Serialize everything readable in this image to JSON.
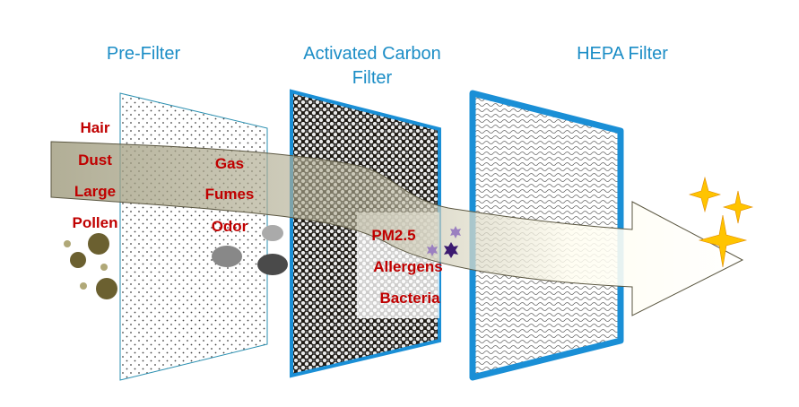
{
  "titles": {
    "prefilter": "Pre-Filter",
    "carbon_line1": "Activated Carbon",
    "carbon_line2": "Filter",
    "hepa": "HEPA Filter"
  },
  "prefilter_labels": [
    "Hair",
    "Dust",
    "Large",
    "Pollen"
  ],
  "carbon_labels": [
    "Gas",
    "Fumes",
    "Odor"
  ],
  "hepa_labels": [
    "PM2.5",
    "Allergens",
    "Bacteria"
  ],
  "colors": {
    "title": "#1b8dc6",
    "label": "#c00000",
    "frame": "#1a8fd6",
    "pollen": "#6b6030",
    "sparkle": "#ffc400"
  }
}
